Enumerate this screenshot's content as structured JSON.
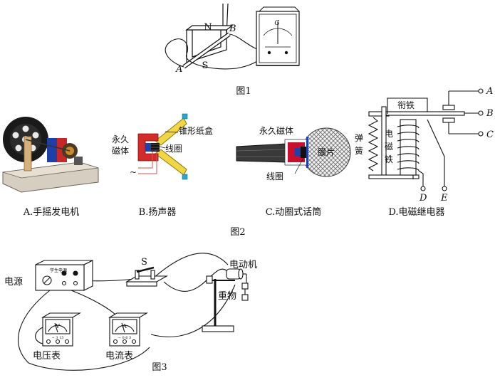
{
  "fig1": {
    "caption": "图1",
    "label_n": "N",
    "label_s": "S",
    "label_a": "A",
    "label_b": "B",
    "meter_mark": "G"
  },
  "fig2": {
    "caption": "图2",
    "a": {
      "caption": "A.手摇发电机"
    },
    "b": {
      "caption": "B.扬声器",
      "magnet": "永久磁体",
      "cone": "锥形纸盒",
      "coil": "线圈",
      "ac": "~"
    },
    "c": {
      "caption": "C.动圈式话筒",
      "magnet": "永久磁体",
      "diaphragm": "膜片",
      "coil": "线圈"
    },
    "d": {
      "caption": "D.电磁继电器",
      "armature": "衔铁",
      "spring": "弹簧",
      "core": "电磁铁",
      "t_a": "A",
      "t_b": "B",
      "t_c": "C",
      "t_d": "D",
      "t_e": "E"
    }
  },
  "fig3": {
    "caption": "图3",
    "source": "电源",
    "source_brand": "学生电源",
    "switch": "S",
    "motor": "电动机",
    "weight": "重物",
    "voltmeter": "电压表",
    "ammeter": "电流表",
    "v_mark": "V",
    "a_mark": "A",
    "v_terminals": "−  3  15",
    "a_terminals": "−  0.6  3"
  }
}
